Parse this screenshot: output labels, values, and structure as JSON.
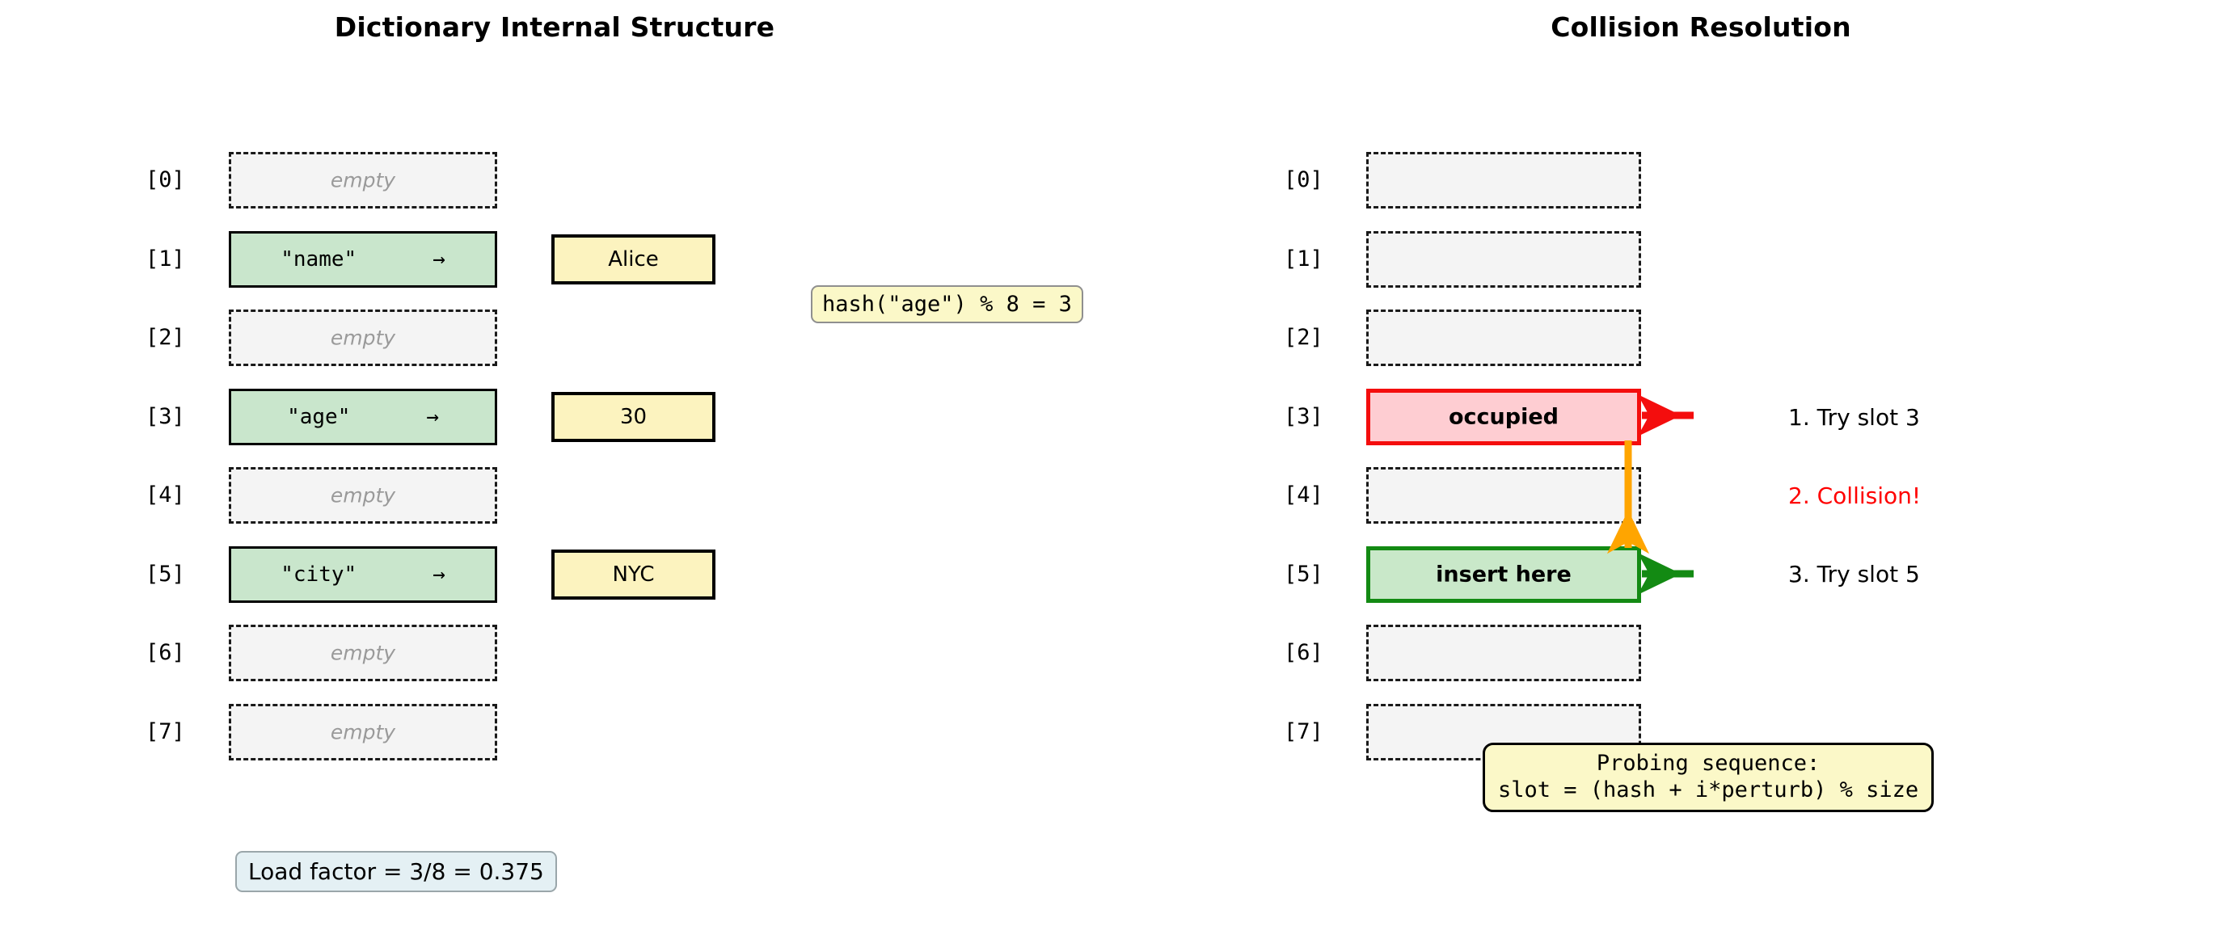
{
  "panels": {
    "left": {
      "title": "Dictionary Internal Structure",
      "slots": [
        {
          "index": "[0]",
          "state": "empty",
          "label": "empty",
          "key": "",
          "arrow": "",
          "value": ""
        },
        {
          "index": "[1]",
          "state": "filled",
          "label": "",
          "key": "\"name\"",
          "arrow": "→",
          "value": "Alice"
        },
        {
          "index": "[2]",
          "state": "empty",
          "label": "empty",
          "key": "",
          "arrow": "",
          "value": ""
        },
        {
          "index": "[3]",
          "state": "filled",
          "label": "",
          "key": "\"age\"",
          "arrow": "→",
          "value": "30"
        },
        {
          "index": "[4]",
          "state": "empty",
          "label": "empty",
          "key": "",
          "arrow": "",
          "value": ""
        },
        {
          "index": "[5]",
          "state": "filled",
          "label": "",
          "key": "\"city\"",
          "arrow": "→",
          "value": "NYC"
        },
        {
          "index": "[6]",
          "state": "empty",
          "label": "empty",
          "key": "",
          "arrow": "",
          "value": ""
        },
        {
          "index": "[7]",
          "state": "empty",
          "label": "empty",
          "key": "",
          "arrow": "",
          "value": ""
        }
      ],
      "load_factor": "Load factor = 3/8 = 0.375"
    },
    "right": {
      "title": "Collision Resolution",
      "slots": [
        {
          "index": "[0]",
          "state": "empty",
          "label": ""
        },
        {
          "index": "[1]",
          "state": "empty",
          "label": ""
        },
        {
          "index": "[2]",
          "state": "empty",
          "label": ""
        },
        {
          "index": "[3]",
          "state": "occupied",
          "label": "occupied"
        },
        {
          "index": "[4]",
          "state": "empty",
          "label": ""
        },
        {
          "index": "[5]",
          "state": "insert",
          "label": "insert here"
        },
        {
          "index": "[6]",
          "state": "empty",
          "label": ""
        },
        {
          "index": "[7]",
          "state": "empty",
          "label": ""
        }
      ],
      "steps": [
        {
          "text": "1. Try slot 3",
          "tone": "normal"
        },
        {
          "text": "2. Collision!",
          "tone": "alert"
        },
        {
          "text": "3. Try slot 5",
          "tone": "normal"
        }
      ],
      "probing_note_line1": "Probing sequence:",
      "probing_note_line2": "slot = (hash + i*perturb) % size"
    }
  },
  "annotations": {
    "hash_expression": "hash(\"age\") % 8 = 3"
  },
  "colors": {
    "filled_slot_fill": "#c9e6cc",
    "empty_slot_fill": "#f4f4f4",
    "value_fill": "#fcf3bf",
    "occupied_fill": "#fecdd2",
    "occupied_border": "#f40d0d",
    "insert_fill": "#c9e8c9",
    "insert_border": "#138a13",
    "probe_arrow": "#ffa500",
    "callout_fill": "#fbf8c8",
    "load_factor_fill": "#e4f0f4",
    "alert_text": "#ff0000"
  }
}
